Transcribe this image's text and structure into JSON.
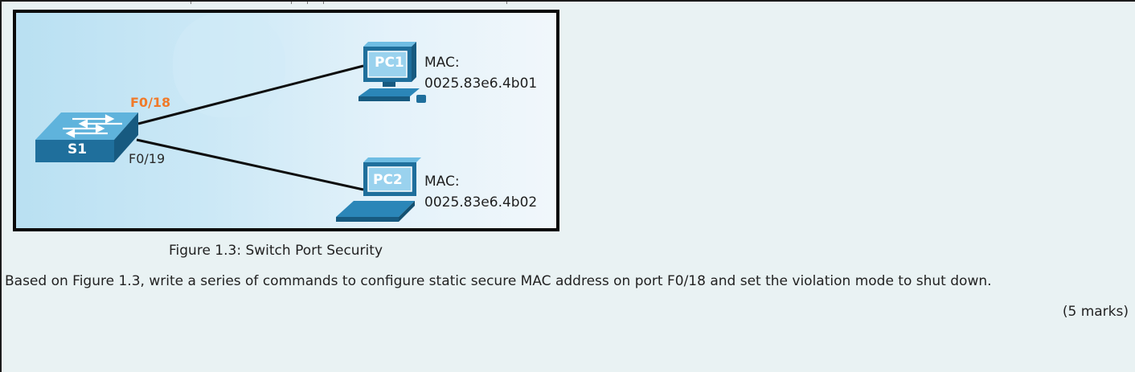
{
  "figure": {
    "switch_label": "S1",
    "port_f018": "F0/18",
    "port_f019": "F0/19",
    "pc1": {
      "label": "PC1",
      "mac_label": "MAC:",
      "mac_value": "0025.83e6.4b01"
    },
    "pc2": {
      "label": "PC2",
      "mac_label": "MAC:",
      "mac_value": "0025.83e6.4b02"
    },
    "colors": {
      "highlight_port": "#f07a2a",
      "device_blue": "#2b86b8"
    }
  },
  "caption": "Figure 1.3: Switch Port Security",
  "question": "Based on Figure 1.3,  write a series of commands to configure static secure MAC address on port F0/18 and set the violation mode to shut down.",
  "marks": "(5 marks)"
}
